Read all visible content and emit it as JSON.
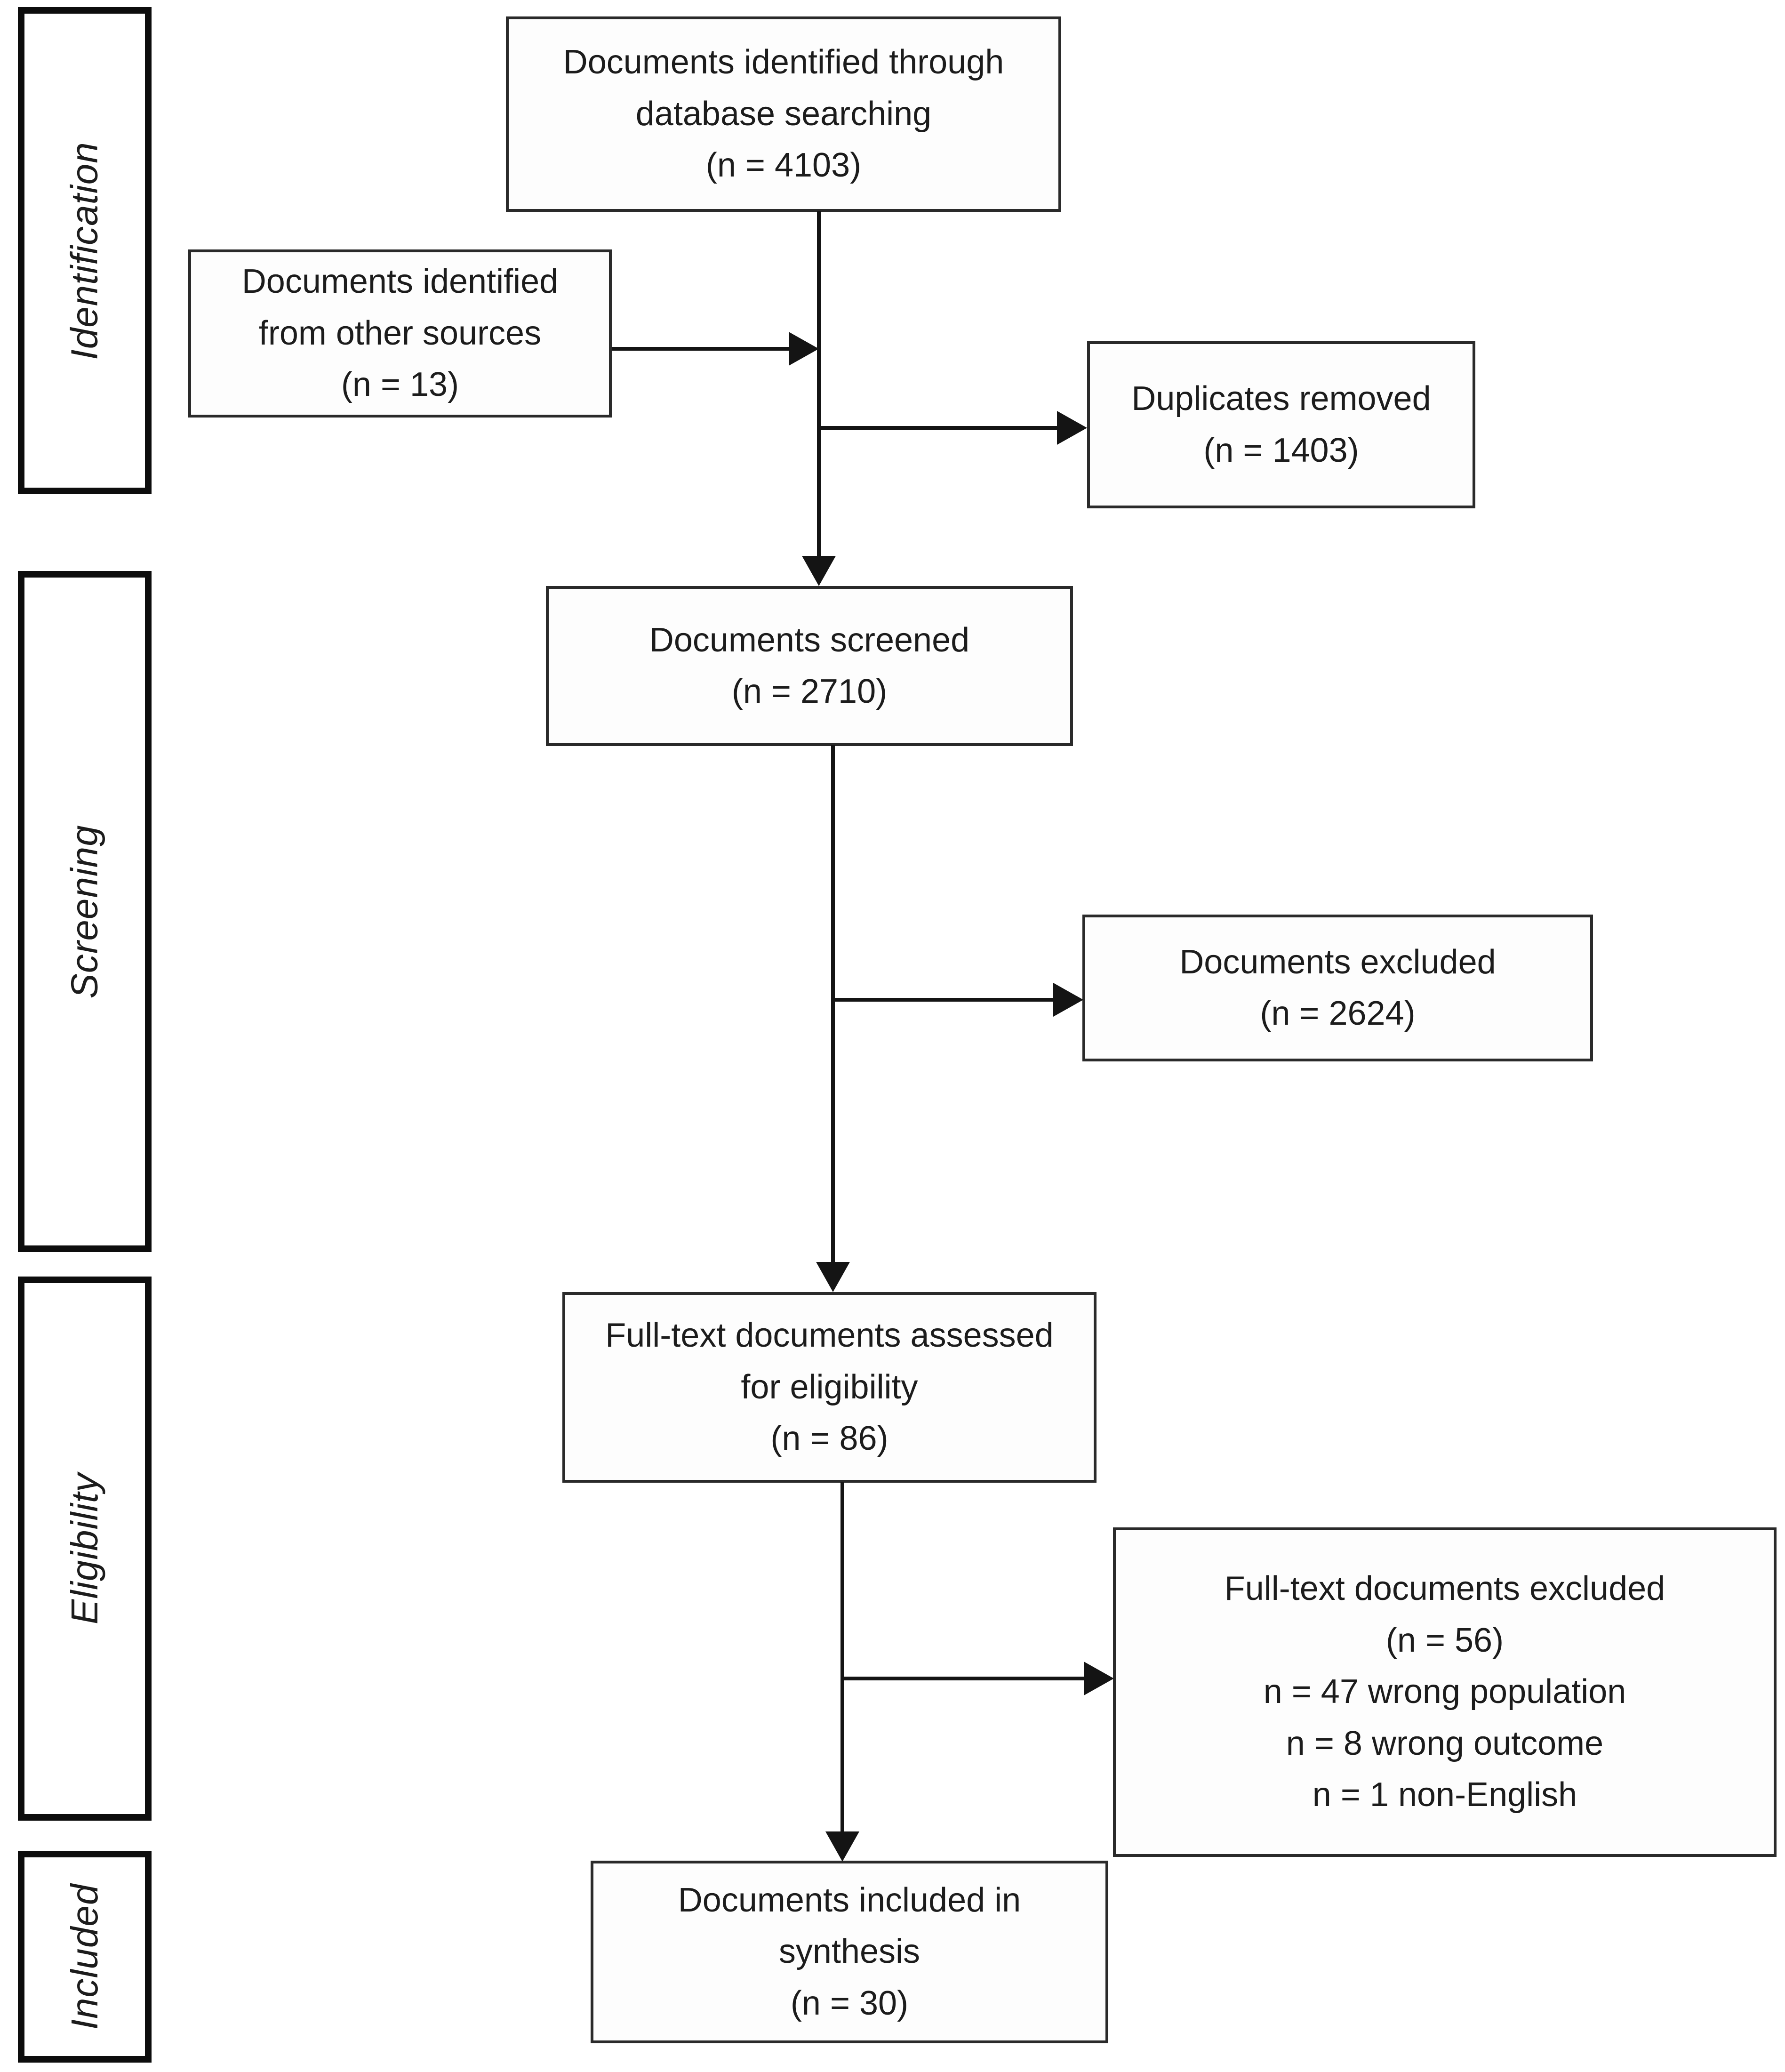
{
  "stages": {
    "identification": "Identification",
    "screening": "Screening",
    "eligibility": "Eligibility",
    "included": "Included"
  },
  "boxes": {
    "identified_database": "Documents identified through\ndatabase searching\n(n = 4103)",
    "identified_other": "Documents identified\nfrom other sources\n(n = 13)",
    "duplicates_removed": "Duplicates removed\n(n = 1403)",
    "screened": "Documents screened\n(n = 2710)",
    "excluded": "Documents excluded\n(n = 2624)",
    "fulltext_assessed": "Full-text documents assessed\nfor eligibility\n(n = 86)",
    "fulltext_excluded": "Full-text documents excluded\n(n = 56)\nn = 47 wrong population\nn = 8 wrong outcome\nn = 1 non-English",
    "included_synthesis": "Documents included in\nsynthesis\n(n = 30)"
  },
  "counts": {
    "identified_database": 4103,
    "identified_other": 13,
    "duplicates_removed": 1403,
    "screened": 2710,
    "excluded": 2624,
    "fulltext_assessed": 86,
    "fulltext_excluded": 56,
    "fulltext_excluded_wrong_population": 47,
    "fulltext_excluded_wrong_outcome": 8,
    "fulltext_excluded_non_english": 1,
    "included_synthesis": 30
  },
  "colors": {
    "background": "#ffffff",
    "stage_border": "#0d0d0d",
    "box_border": "#2a2a2a",
    "connector": "#141414",
    "text": "#1c1c1c"
  }
}
